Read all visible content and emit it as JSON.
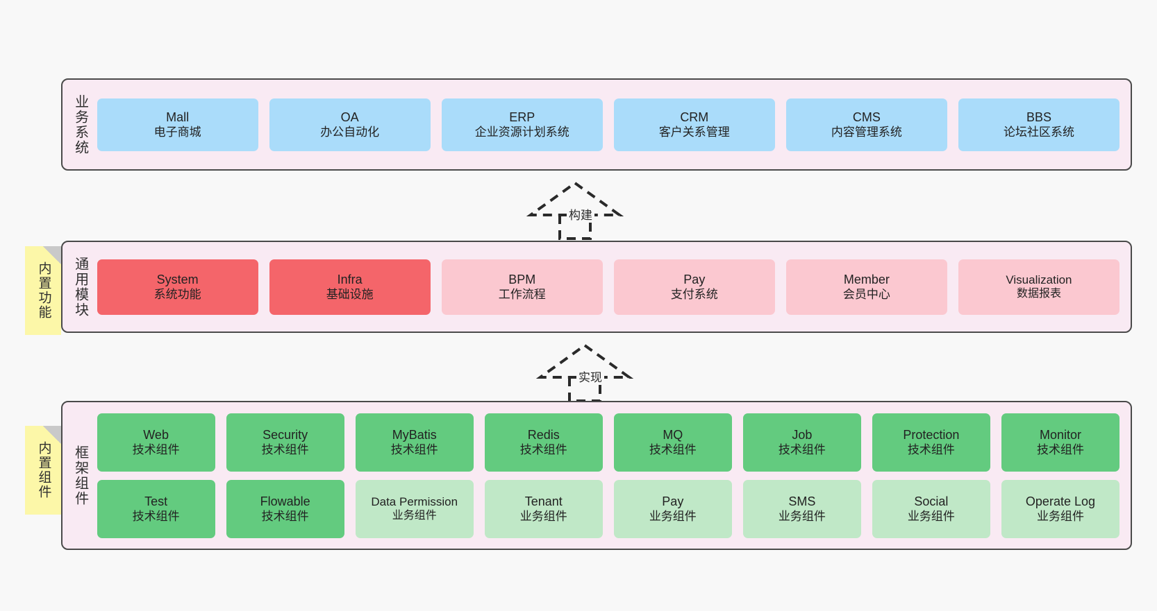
{
  "layers": [
    {
      "id": "business-systems",
      "label": "业务系统",
      "boxes": [
        {
          "en": "Mall",
          "cn": "电子商城",
          "color": "blue"
        },
        {
          "en": "OA",
          "cn": "办公自动化",
          "color": "blue"
        },
        {
          "en": "ERP",
          "cn": "企业资源计划系统",
          "color": "blue"
        },
        {
          "en": "CRM",
          "cn": "客户关系管理",
          "color": "blue"
        },
        {
          "en": "CMS",
          "cn": "内容管理系统",
          "color": "blue"
        },
        {
          "en": "BBS",
          "cn": "论坛社区系统",
          "color": "blue"
        }
      ]
    },
    {
      "id": "common-modules",
      "label": "通用模块",
      "sticky": "内置功能",
      "boxes": [
        {
          "en": "System",
          "cn": "系统功能",
          "color": "red"
        },
        {
          "en": "Infra",
          "cn": "基础设施",
          "color": "red"
        },
        {
          "en": "BPM",
          "cn": "工作流程",
          "color": "pink"
        },
        {
          "en": "Pay",
          "cn": "支付系统",
          "color": "pink"
        },
        {
          "en": "Member",
          "cn": "会员中心",
          "color": "pink"
        },
        {
          "en": "Visualization",
          "cn": "数据报表",
          "color": "pink"
        }
      ]
    },
    {
      "id": "framework-components",
      "label": "框架组件",
      "sticky": "内置组件",
      "boxes": [
        {
          "en": "Web",
          "cn": "技术组件",
          "color": "green"
        },
        {
          "en": "Security",
          "cn": "技术组件",
          "color": "green"
        },
        {
          "en": "MyBatis",
          "cn": "技术组件",
          "color": "green"
        },
        {
          "en": "Redis",
          "cn": "技术组件",
          "color": "green"
        },
        {
          "en": "MQ",
          "cn": "技术组件",
          "color": "green"
        },
        {
          "en": "Job",
          "cn": "技术组件",
          "color": "green"
        },
        {
          "en": "Protection",
          "cn": "技术组件",
          "color": "green"
        },
        {
          "en": "Monitor",
          "cn": "技术组件",
          "color": "green"
        },
        {
          "en": "Test",
          "cn": "技术组件",
          "color": "green"
        },
        {
          "en": "Flowable",
          "cn": "技术组件",
          "color": "green"
        },
        {
          "en": "Data Permission",
          "cn": "业务组件",
          "color": "greenlite"
        },
        {
          "en": "Tenant",
          "cn": "业务组件",
          "color": "greenlite"
        },
        {
          "en": "Pay",
          "cn": "业务组件",
          "color": "greenlite"
        },
        {
          "en": "SMS",
          "cn": "业务组件",
          "color": "greenlite"
        },
        {
          "en": "Social",
          "cn": "业务组件",
          "color": "greenlite"
        },
        {
          "en": "Operate Log",
          "cn": "业务组件",
          "color": "greenlite"
        }
      ]
    }
  ],
  "arrows": [
    {
      "id": "build",
      "label": "构建"
    },
    {
      "id": "implement",
      "label": "实现"
    }
  ],
  "colors": {
    "container_bg": "#f9eaf3",
    "container_border": "#4a4a4a",
    "blue": "#aadcfa",
    "red": "#f4656a",
    "pink": "#fbc8d0",
    "green": "#63cb7f",
    "green_light": "#c0e8c7",
    "sticky": "#fcf7a8",
    "page_bg": "#f8f8f8"
  }
}
